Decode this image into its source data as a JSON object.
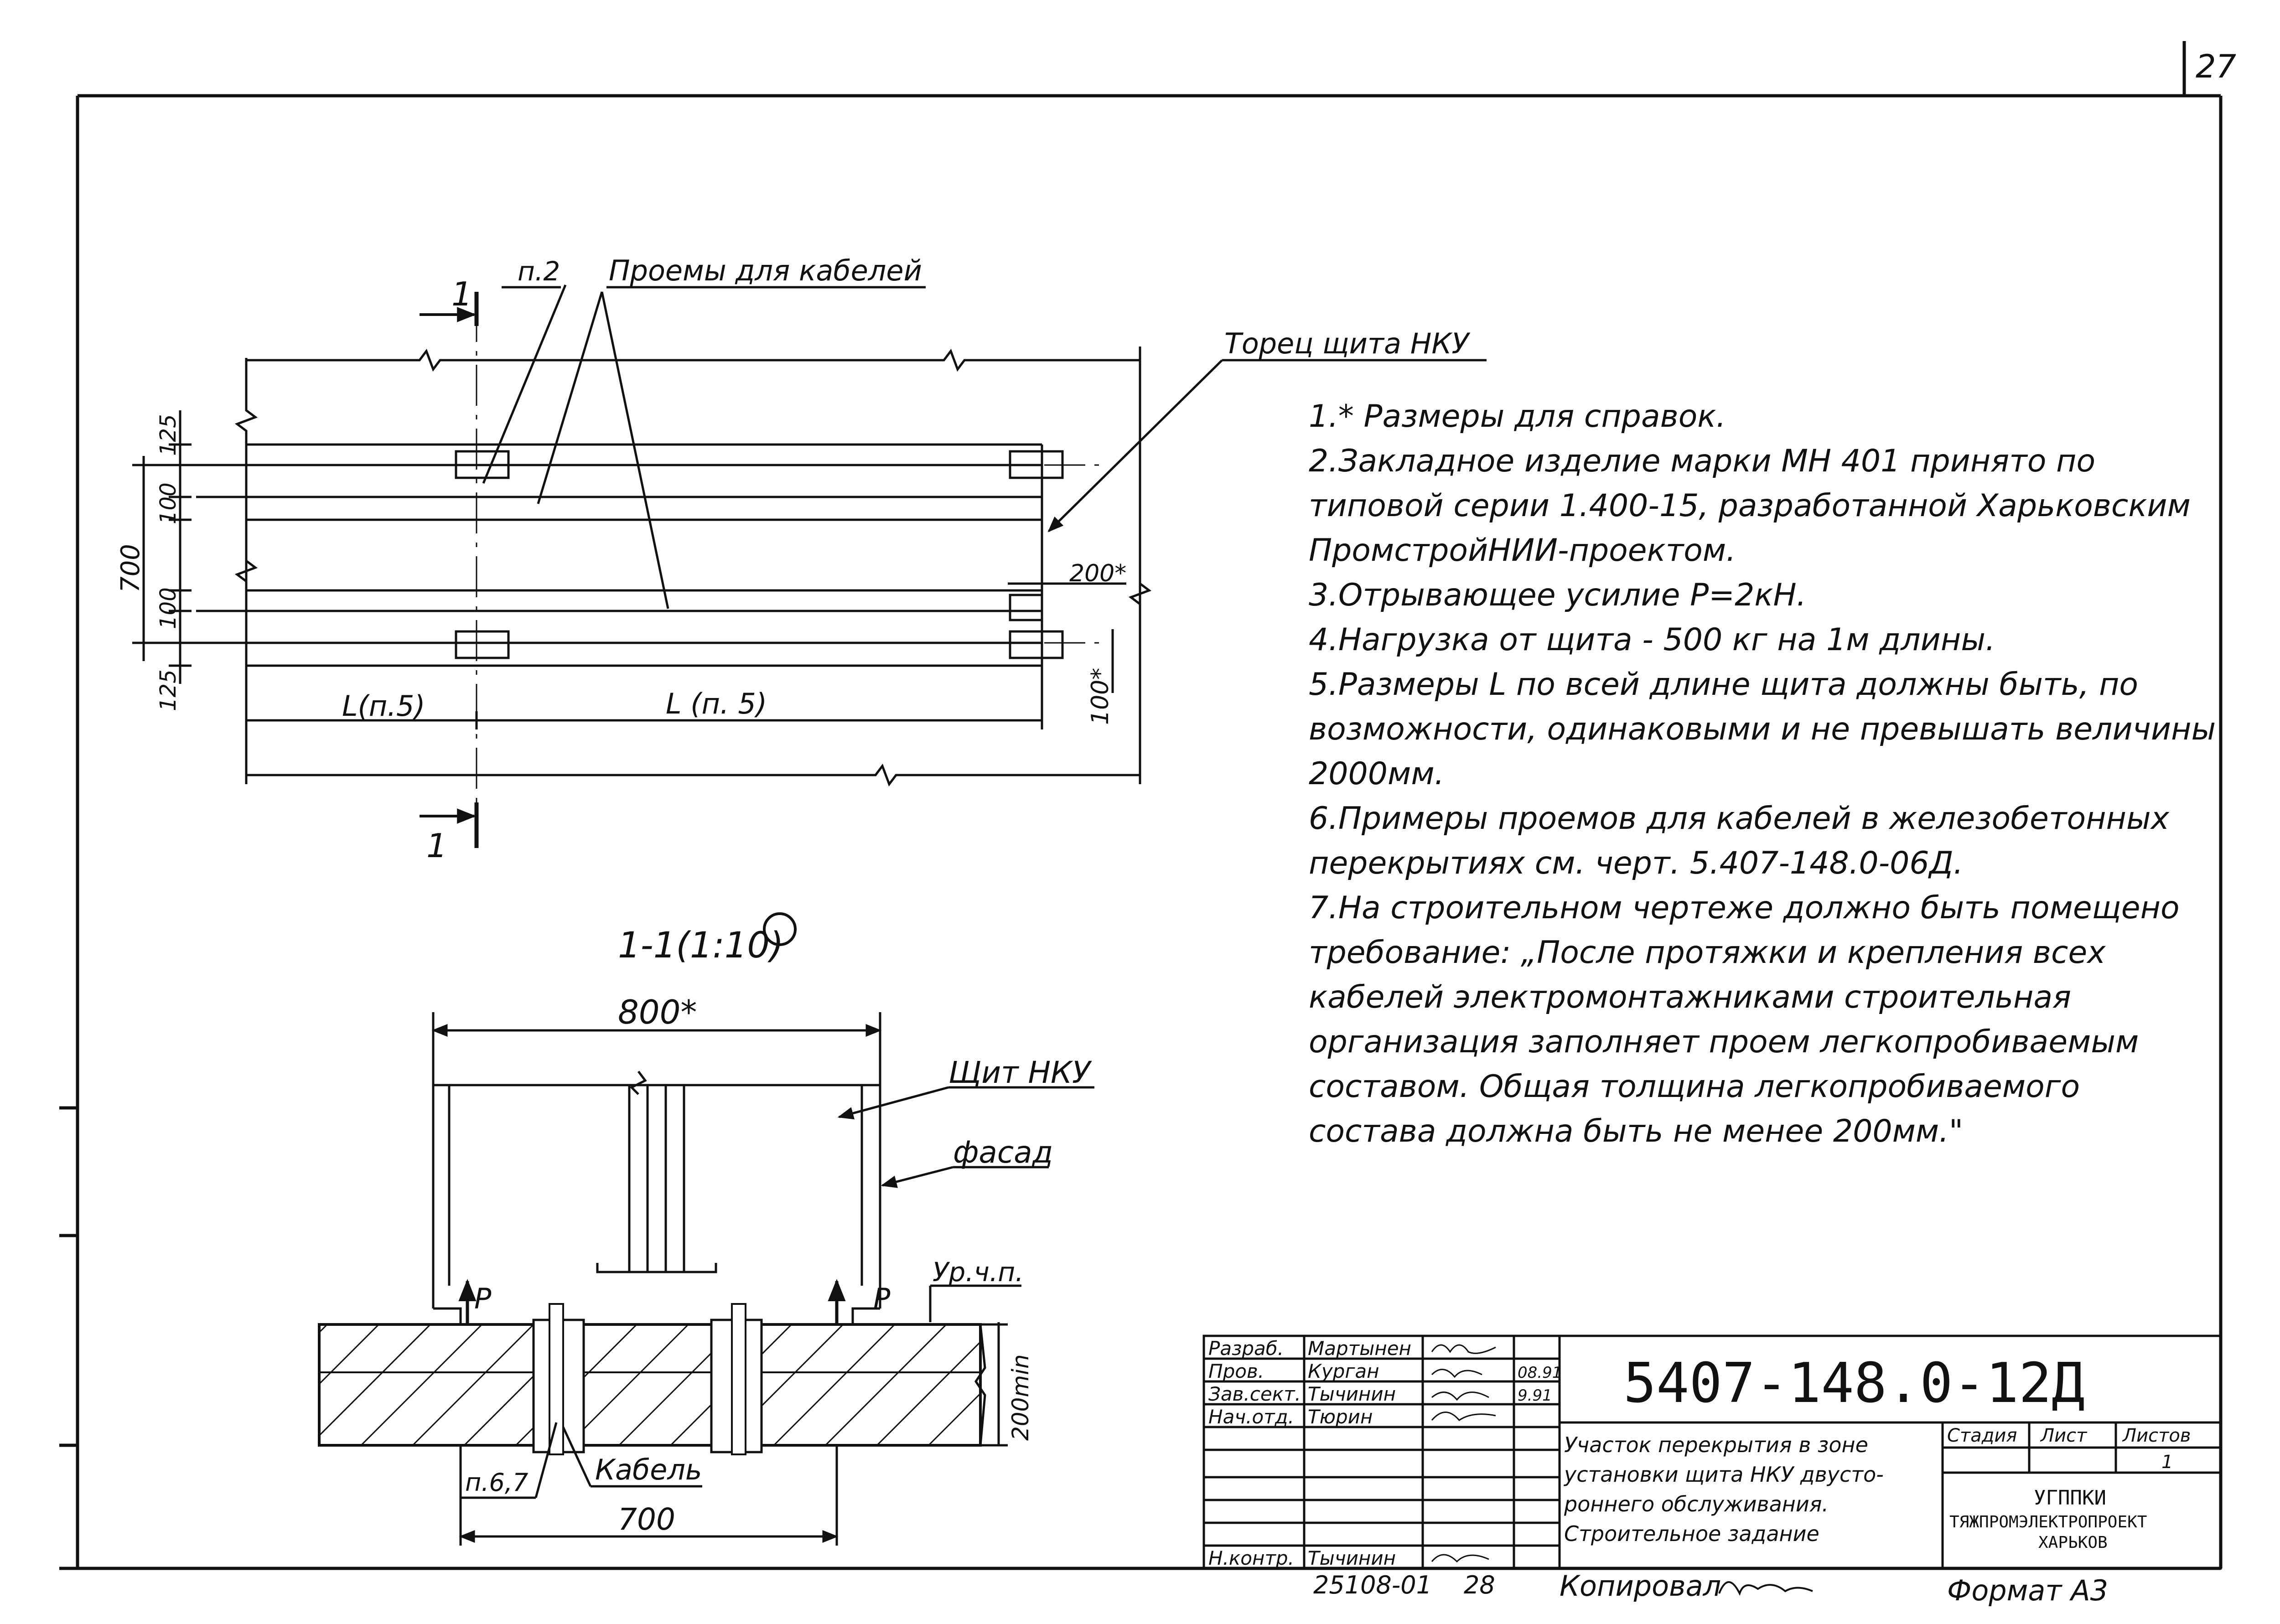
{
  "page_number": "27",
  "plan": {
    "marker_top": "1",
    "marker_bottom": "1",
    "label_item": "п.2",
    "label_openings": "Проемы для кабелей",
    "label_end": "Торец щита НКУ",
    "dim_700": "700",
    "dim_125_top": "125",
    "dim_100_a": "100",
    "dim_100_b": "100",
    "dim_125_bottom": "125",
    "dim_200": "200*",
    "dim_100_right": "100*",
    "dim_L1": "L(п.5)",
    "dim_L2": "L (п. 5)"
  },
  "section": {
    "title": "1-1(1:10)",
    "dim_800": "800*",
    "label_panel": "Щит НКУ",
    "label_facade": "фасад",
    "label_floor": "Ур.ч.п.",
    "force_left": "P",
    "force_right": "P",
    "dim_200min": "200min",
    "label_item": "п.6,7",
    "label_cable": "Кабель",
    "dim_700": "700"
  },
  "notes": [
    "1.* Размеры для справок.",
    "2.Закладное изделие марки МН 401 принято по типовой серии 1.400-15, разработанной Харьковским ПромстройНИИ-проектом.",
    "3.Отрывающее усилие P=2кН.",
    "4.Нагрузка от щита - 500 кг на 1м длины.",
    "5.Размеры L по всей длине щита должны быть, по возможности, одинаковыми и не превышать величины 2000мм.",
    "6.Примеры проемов для кабелей в железобетонных перекрытиях см. черт. 5.407-148.0-06Д.",
    "7.На строительном чертеже должно быть помещено требование: „После протяжки и крепления всех кабелей электромонтажниками строительная организация заполняет проем легкопробиваемым составом. Общая толщина легкопробиваемого состава должна быть не менее 200мм.\""
  ],
  "title_block": {
    "designation": "5407-148.0-12Д",
    "roles": [
      {
        "role": "Разраб.",
        "name": "Мартынен",
        "date": ""
      },
      {
        "role": "Пров.",
        "name": "Курган",
        "date": "08.91"
      },
      {
        "role": "Зав.сект.",
        "name": "Тычинин",
        "date": "9.91"
      },
      {
        "role": "Нач.отд.",
        "name": "Тюрин",
        "date": ""
      },
      {
        "role": "Н.контр.",
        "name": "Тычинин",
        "date": ""
      }
    ],
    "description": "Участок перекрытия в зоне установки щита НКУ двустороннего обслуживания. Строительное задание",
    "col_stage": "Стадия",
    "col_sheet": "Лист",
    "col_sheets": "Листов",
    "sheets_value": "1",
    "org_line1": "УГППКИ",
    "org_line2": "ТЯЖПРОМЭЛЕКТРОПРОЕКТ",
    "org_line3": "ХАРЬКОВ"
  },
  "footer": {
    "inv_number": "25108-01",
    "sheet_ref": "28",
    "copied_label": "Копировал",
    "format_label": "Формат А3"
  }
}
